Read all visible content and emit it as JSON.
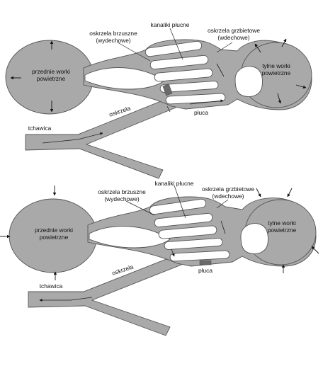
{
  "diagrams": [
    {
      "phase": "top",
      "labels": {
        "anterior_sacs": [
          "przednie worki",
          "powietrzne"
        ],
        "posterior_sacs": [
          "tylne worki",
          "powietrzne"
        ],
        "ventrobronchi": [
          "oskrzela brzuszne",
          "(wydechowe)"
        ],
        "parabronchi": "kanaliki płucne",
        "dorsobronchi": [
          "oskrzela grzbietowe",
          "(wdechowe)"
        ],
        "bronchi": "oskrzela",
        "lungs": "płuca",
        "trachea": "tchawica"
      }
    },
    {
      "phase": "bottom",
      "labels": {
        "anterior_sacs": [
          "przednie worki",
          "powietrzne"
        ],
        "posterior_sacs": [
          "tylne worki",
          "powietrzne"
        ],
        "ventrobronchi": [
          "oskrzela brzuszne",
          "(wydechowe)"
        ],
        "parabronchi": "kanaliki płucne",
        "dorsobronchi": [
          "oskrzela grzbietowe",
          "(wdechowe)"
        ],
        "bronchi": "oskrzela",
        "lungs": "płuca",
        "trachea": "tchawica"
      }
    }
  ]
}
